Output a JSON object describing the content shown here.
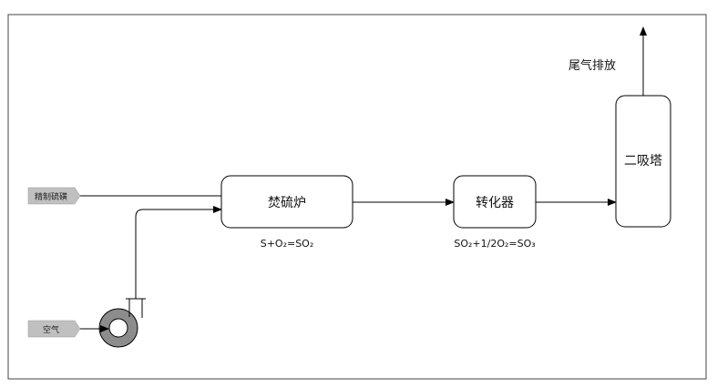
{
  "inputs": {
    "sulfur": "精制硫磺",
    "air": "空气"
  },
  "units": {
    "incinerator": "焚硫炉",
    "converter": "转化器",
    "absorber": "二吸塔"
  },
  "equations": {
    "combustion": "S+O₂=SO₂",
    "conversion": "SO₂+1/2O₂=SO₃"
  },
  "outputs": {
    "exhaust": "尾气排放"
  },
  "colors": {
    "line": "#000000",
    "tag_fill": "#c0c0c0",
    "fan_ring": "#8c8c8c"
  }
}
